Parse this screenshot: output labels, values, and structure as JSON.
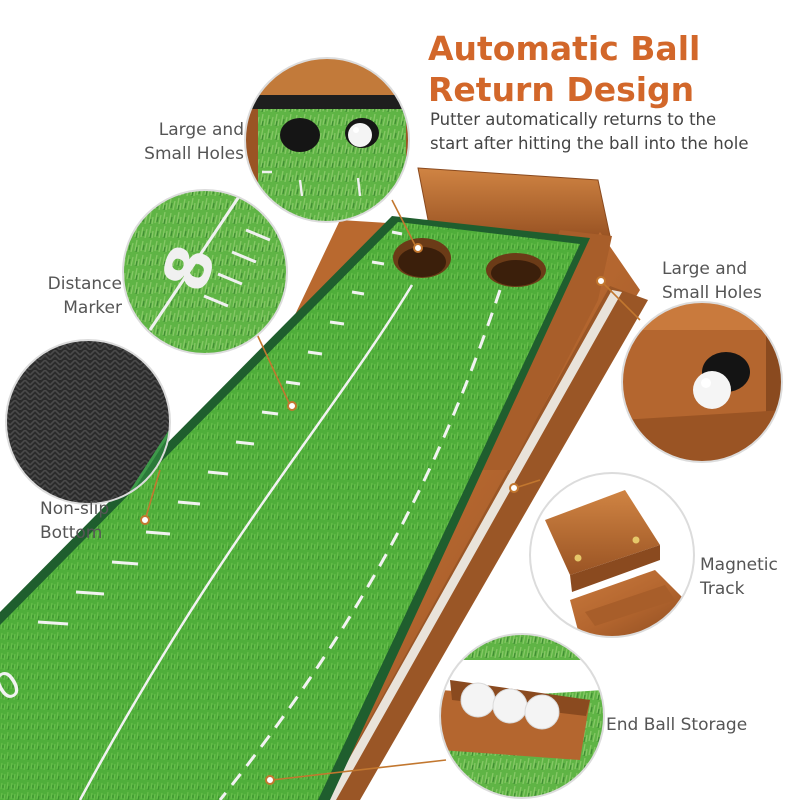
{
  "headline": {
    "line1": "Automatic Ball",
    "line2": "Return Design",
    "subtitle_line1": "Putter automatically returns to the",
    "subtitle_line2": "start after hitting the ball into the hole"
  },
  "callouts": {
    "holes_left": {
      "line1": "Large and",
      "line2": "Small Holes"
    },
    "distance": {
      "line1": "Distance",
      "line2": "Marker"
    },
    "nonslip": {
      "line1": "Non-slip",
      "line2": "Bottom"
    },
    "holes_right": {
      "line1": "Large and",
      "line2": "Small Holes"
    },
    "magnetic": {
      "line1": "Magnetic",
      "line2": "Track"
    },
    "storage": {
      "line1": "End Ball Storage"
    }
  },
  "distance_marker_number": "8",
  "colors": {
    "accent": "#d2672a",
    "wood": "#b4662f",
    "wood_dark": "#8a4a1f",
    "grass": "#4fae3a",
    "grass_dark": "#2f8a28",
    "border_green": "#1f5e2e",
    "callout_line": "#c2772f"
  }
}
